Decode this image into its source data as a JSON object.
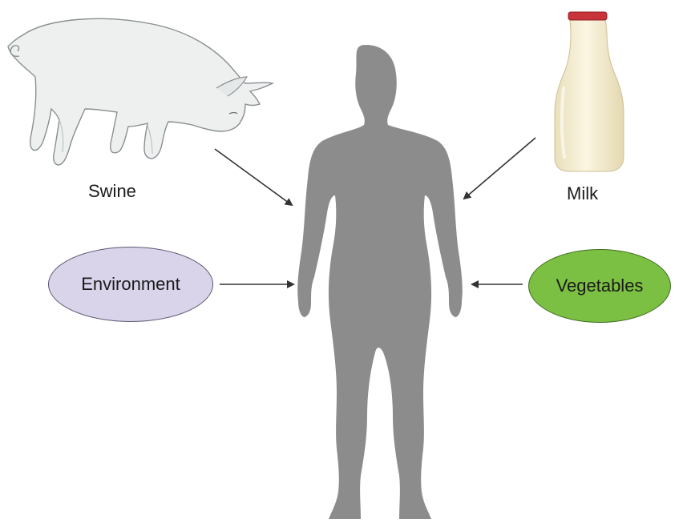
{
  "sources": {
    "swine": {
      "label": "Swine"
    },
    "milk": {
      "label": "Milk"
    },
    "environment": {
      "label": "Environment",
      "color": "#d9d4ea"
    },
    "vegetables": {
      "label": "Vegetables",
      "color": "#7cc043"
    }
  },
  "colors": {
    "human_silhouette": "#8c8c8c",
    "arrow": "#333333",
    "pig_fill": "#eef0f0",
    "pig_outline": "#8a8f92",
    "milk_fill": "#f4ecd0",
    "milk_cap": "#c8343a"
  },
  "icons": [
    "pig-icon",
    "milk-bottle-icon",
    "human-figure-icon"
  ]
}
